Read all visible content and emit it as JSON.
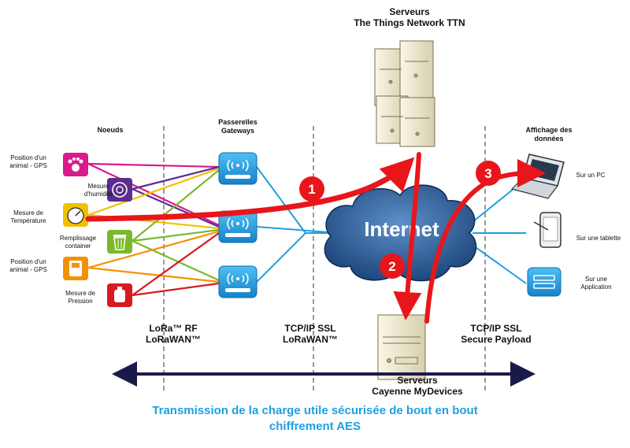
{
  "servers_top": {
    "line1": "Serveurs",
    "line2": "The Things Network TTN"
  },
  "servers_bottom": {
    "line1": "Serveurs",
    "line2": "Cayenne MyDevices"
  },
  "columns": {
    "nodes": "Noeuds",
    "gateways_line1": "Passerelles",
    "gateways_line2": "Gateways",
    "display_line1": "Affichage des",
    "display_line2": "données"
  },
  "nodes": [
    {
      "label_left": [
        "Position d'un",
        "animal - GPS"
      ],
      "icon": "paw-icon",
      "color": "#d81b8c"
    },
    {
      "label_below": [
        "Mesure",
        "d'humidité"
      ],
      "icon": "humidity-icon",
      "color": "#5b2d8e"
    },
    {
      "label_left": [
        "Mesure de",
        "Température"
      ],
      "icon": "gauge-icon",
      "color": "#f2c200"
    },
    {
      "label_below": [
        "Remplissage",
        "container"
      ],
      "icon": "bin-icon",
      "color": "#7ab929"
    },
    {
      "label_left": [
        "Position d'un",
        "animal - GPS"
      ],
      "icon": "gps-tracker-icon",
      "color": "#f39200"
    },
    {
      "label_left": [
        "Mesure de",
        "Pression"
      ],
      "icon": "pressure-icon",
      "color": "#d71920"
    }
  ],
  "displays": [
    {
      "label": [
        "Sur un PC"
      ],
      "icon": "laptop-icon"
    },
    {
      "label": [
        "Sur une tablette"
      ],
      "icon": "tablet-icon"
    },
    {
      "label": [
        "Sur une",
        "Application"
      ],
      "icon": "application-icon"
    }
  ],
  "protocols": [
    {
      "line1": "LoRa™ RF",
      "line2": "LoRaWAN™"
    },
    {
      "line1": "TCP/IP SSL",
      "line2": "LoRaWAN™"
    },
    {
      "line1": "TCP/IP SSL",
      "line2": "Secure Payload"
    }
  ],
  "cloud_label": "Internet",
  "steps": [
    "1",
    "2",
    "3"
  ],
  "caption": {
    "line1": "Transmission de la charge utile sécurisée de bout en bout",
    "line2": "chiffrement AES"
  },
  "colors": {
    "arrow": "#e8161b",
    "network_line": "#1e9fe0",
    "gateway": "#1e9fe0",
    "cloud": "#1f4f8a",
    "axis": "#1a1a4a",
    "caption": "#1e9fe0"
  }
}
